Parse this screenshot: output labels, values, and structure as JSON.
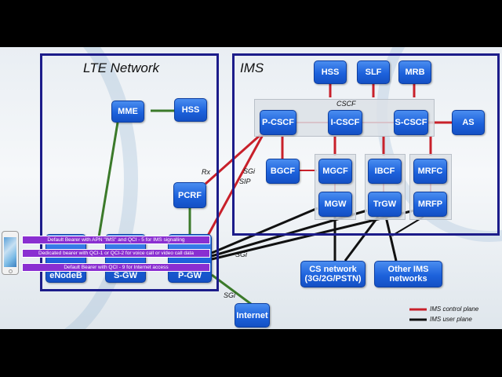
{
  "lte": {
    "title": "LTE Network"
  },
  "ims": {
    "title": "IMS"
  },
  "cscf_label": "CSCF",
  "nodes": {
    "mme": "MME",
    "hss_lte": "HSS",
    "pcrf": "PCRF",
    "enodeb": "eNodeB",
    "sgw": "S-GW",
    "pgw": "P-GW",
    "hss": "HSS",
    "slf": "SLF",
    "mrb": "MRB",
    "pcscf": "P-CSCF",
    "icscf": "I-CSCF",
    "scscf": "S-CSCF",
    "as": "AS",
    "bgcf": "BGCF",
    "mgcf": "MGCF",
    "ibcf": "IBCF",
    "mrfc": "MRFC",
    "mgw": "MGW",
    "trgw": "TrGW",
    "mrfp": "MRFP",
    "cs_line1": "CS network",
    "cs_line2": "(3G/2G/PSTN)",
    "other_line1": "Other IMS",
    "other_line2": "networks",
    "internet": "Internet"
  },
  "interfaces": {
    "rx": "Rx",
    "sgi_sip_1": "SGi",
    "sgi_sip_2": "SIP",
    "sgi_mid": "SGi",
    "sgi_low": "SGi"
  },
  "bearers": [
    "Default Bearer with APN \"IMS\" and QCI - 5 for IMS signalling",
    "Dedicated bearer with QCI-1 or QCI-2 for voice call or video call data",
    "Default Bearer with QCI - 9 for Internet access"
  ],
  "legend": {
    "control": "IMS control plane",
    "user": "IMS user plane"
  },
  "colors": {
    "control": "#c8202a",
    "user": "#111111",
    "lte_link": "#3b7a2a",
    "frame": "#1c1c8a",
    "bearer": "#8a2fd1"
  }
}
